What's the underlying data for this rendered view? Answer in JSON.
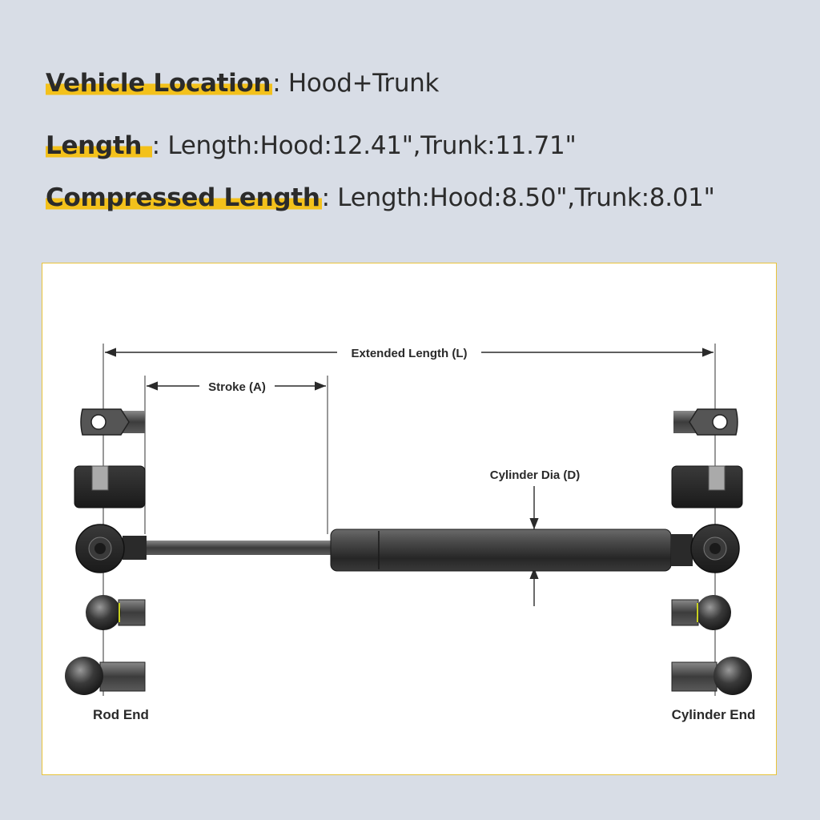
{
  "specs": [
    {
      "label": "Vehicle Location",
      "value": ": Hood+Trunk"
    },
    {
      "label": "Length ",
      "value": ": Length:Hood:12.41\",Trunk:11.71\""
    },
    {
      "label": "Compressed Length",
      "value": ": Length:Hood:8.50\",Trunk:8.01\""
    }
  ],
  "diagram": {
    "extended_length": "Extended Length (L)",
    "stroke": "Stroke (A)",
    "cylinder_dia": "Cylinder Dia (D)",
    "rod_end": "Rod End",
    "cylinder_end": "Cylinder End"
  },
  "colors": {
    "background": "#d8dde6",
    "highlight": "#f3c11b",
    "panel_border": "#e8c33a"
  }
}
